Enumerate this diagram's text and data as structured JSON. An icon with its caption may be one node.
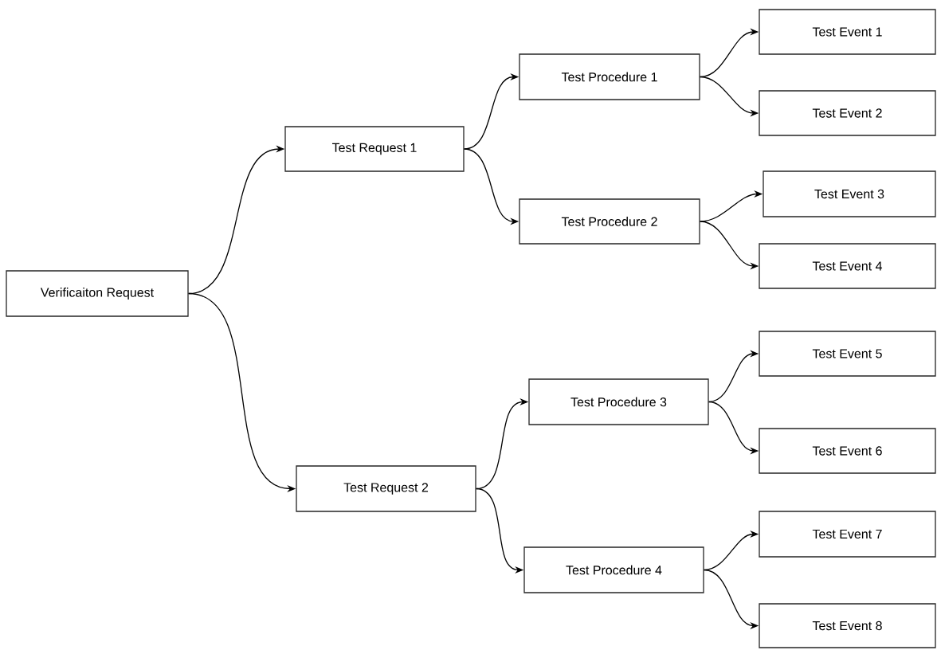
{
  "diagram": {
    "nodes": [
      {
        "text": [
          "Verificaiton Request"
        ]
      },
      {
        "text": [
          "Test Request 1"
        ]
      },
      {
        "text": [
          "Test Procedure 1"
        ]
      },
      {
        "text": [
          "Test Event 1"
        ]
      },
      {
        "text": [
          "Test Event 2"
        ]
      },
      {
        "text": [
          "Test Procedure 2"
        ]
      },
      {
        "text": [
          "Test Event 3"
        ]
      },
      {
        "text": [
          "Test Event 4"
        ]
      },
      {
        "text": [
          "Test Request 2"
        ]
      },
      {
        "text": [
          "Test Procedure 3"
        ]
      },
      {
        "text": [
          "Test Event 5"
        ]
      },
      {
        "text": [
          "Test Event 6"
        ]
      },
      {
        "text": [
          "Test Procedure 4"
        ]
      },
      {
        "text": [
          "Test Event 7"
        ]
      },
      {
        "text": [
          "Test Event 8"
        ]
      }
    ],
    "edges": [
      {
        "from": 0,
        "to": 1,
        "arrow": "to"
      },
      {
        "from": 0,
        "to": 8,
        "arrow": "to"
      },
      {
        "from": 1,
        "to": 2,
        "arrow": "to"
      },
      {
        "from": 1,
        "to": 5,
        "arrow": "to"
      },
      {
        "from": 2,
        "to": 3,
        "arrow": "to"
      },
      {
        "from": 2,
        "to": 4,
        "arrow": "to"
      },
      {
        "from": 5,
        "to": 6,
        "arrow": "to"
      },
      {
        "from": 5,
        "to": 7,
        "arrow": "to"
      },
      {
        "from": 8,
        "to": 9,
        "arrow": "to"
      },
      {
        "from": 8,
        "to": 12,
        "arrow": "to"
      },
      {
        "from": 9,
        "to": 10,
        "arrow": "to"
      },
      {
        "from": 9,
        "to": 11,
        "arrow": "to"
      },
      {
        "from": 12,
        "to": 13,
        "arrow": "to"
      },
      {
        "from": 12,
        "to": 14,
        "arrow": "to"
      }
    ]
  }
}
